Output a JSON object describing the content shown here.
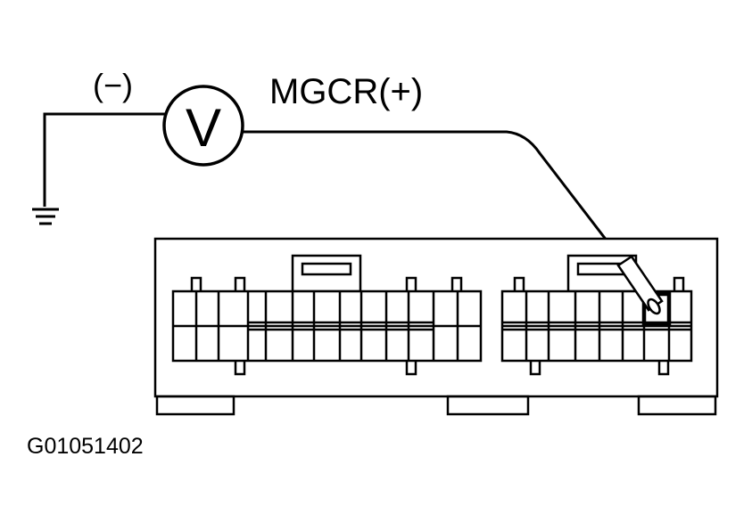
{
  "diagram": {
    "meter_symbol": "V",
    "negative_label": "(−)",
    "positive_label": "MGCR(+)",
    "figure_id": "G01051402",
    "line_color": "#000000",
    "background_color": "#ffffff"
  }
}
